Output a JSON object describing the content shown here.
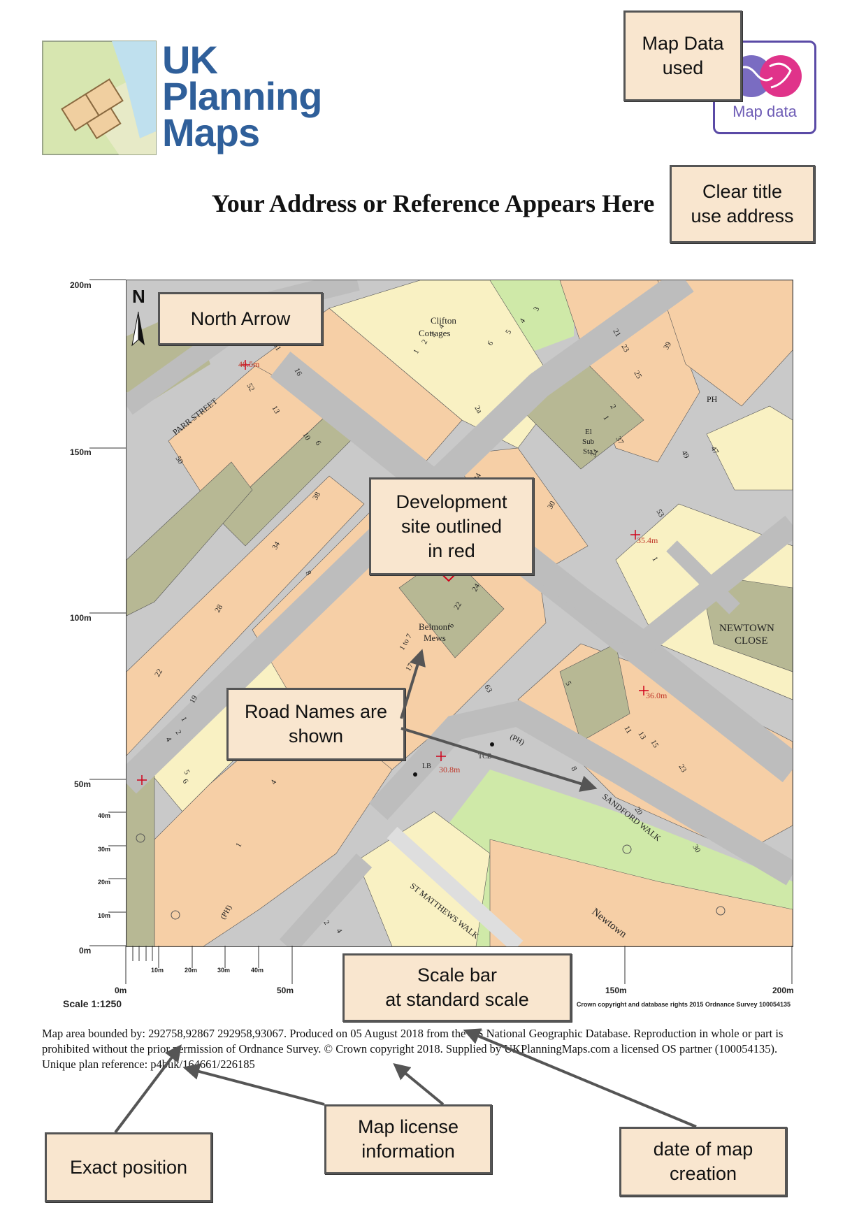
{
  "logo": {
    "line1": "UK",
    "line2": "Planning",
    "line3": "Maps"
  },
  "os_badge": {
    "label": "Map data"
  },
  "title": "Your Address or Reference Appears Here",
  "callouts": {
    "map_data_used": "Map Data\nused",
    "clear_title": "Clear title\nuse address",
    "north_arrow": "North Arrow",
    "development_site": "Development\nsite outlined\nin red",
    "road_names": "Road Names are\nshown",
    "scale_bar": "Scale bar\nat standard scale",
    "exact_position": "Exact position",
    "map_license": "Map  license\ninformation",
    "date_of_creation": "date of map\ncreation"
  },
  "map": {
    "north_label": "N",
    "y_axis": [
      "200m",
      "150m",
      "100m",
      "50m",
      "40m",
      "30m",
      "20m",
      "10m",
      "0m"
    ],
    "x_axis": [
      "10m",
      "20m",
      "30m",
      "40m",
      "0m",
      "50m",
      "150m",
      "200m"
    ],
    "street_labels": {
      "parr_street": "PARR STREET",
      "sandford_walk": "SANDFORD WALK",
      "st_matthews_walk": "ST MATTHEWS WALK",
      "newtown": "Newtown",
      "newtown_close_1": "NEWTOWN",
      "newtown_close_2": "CLOSE"
    },
    "place_labels": {
      "clifton_1": "Clifton",
      "clifton_2": "Cottages",
      "belmont_1": "Belmont",
      "belmont_2": "Mews",
      "el_1": "El",
      "el_2": "Sub",
      "el_3": "Sta",
      "ph_a": "PH",
      "ph_b": "(PH)",
      "ph_c": "(PH)",
      "tcb": "TCB",
      "lb": "LB"
    },
    "spot_heights": [
      "40.5m",
      "35.4m",
      "36.0m",
      "30.8m"
    ],
    "house_numbers": [
      "51",
      "16",
      "52",
      "13",
      "10",
      "6",
      "50",
      "38",
      "34",
      "28",
      "22",
      "8",
      "24",
      "30",
      "25",
      "2",
      "1",
      "24",
      "22",
      "6",
      "1 to 7",
      "17",
      "14",
      "11",
      "10",
      "4",
      "1",
      "19",
      "1",
      "2",
      "4",
      "5",
      "6",
      "1",
      "2",
      "3",
      "4",
      "3",
      "4",
      "5",
      "6",
      "2a",
      "2",
      "1",
      "37",
      "34",
      "21",
      "23",
      "25",
      "39",
      "49",
      "47",
      "53",
      "1",
      "63",
      "5",
      "11",
      "13",
      "15",
      "23",
      "8",
      "20",
      "30",
      "2",
      "4"
    ]
  },
  "scale": "Scale 1:1250",
  "copyright_small": "Crown copyright and database rights 2015 Ordnance Survey 100054135",
  "footer": "Map area bounded by: 292758,92867 292958,93067. Produced on 05 August 2018 from the OS National Geographic Database. Reproduction in whole or part is prohibited without the prior permission of Ordnance Survey. © Crown copyright 2018. Supplied by UKPlanningMaps.com a licensed OS partner (100054135). Unique plan reference: p4buk/164661/226185",
  "colors": {
    "building": "#f6cfa6",
    "building_light": "#f9f1c3",
    "road": "#c8c8c8",
    "green": "#cfe9a8",
    "olive": "#b7b894",
    "site_outline": "#d0021b",
    "callout_fill": "#f9e6cf",
    "logo_blue": "#2f5f9a"
  }
}
